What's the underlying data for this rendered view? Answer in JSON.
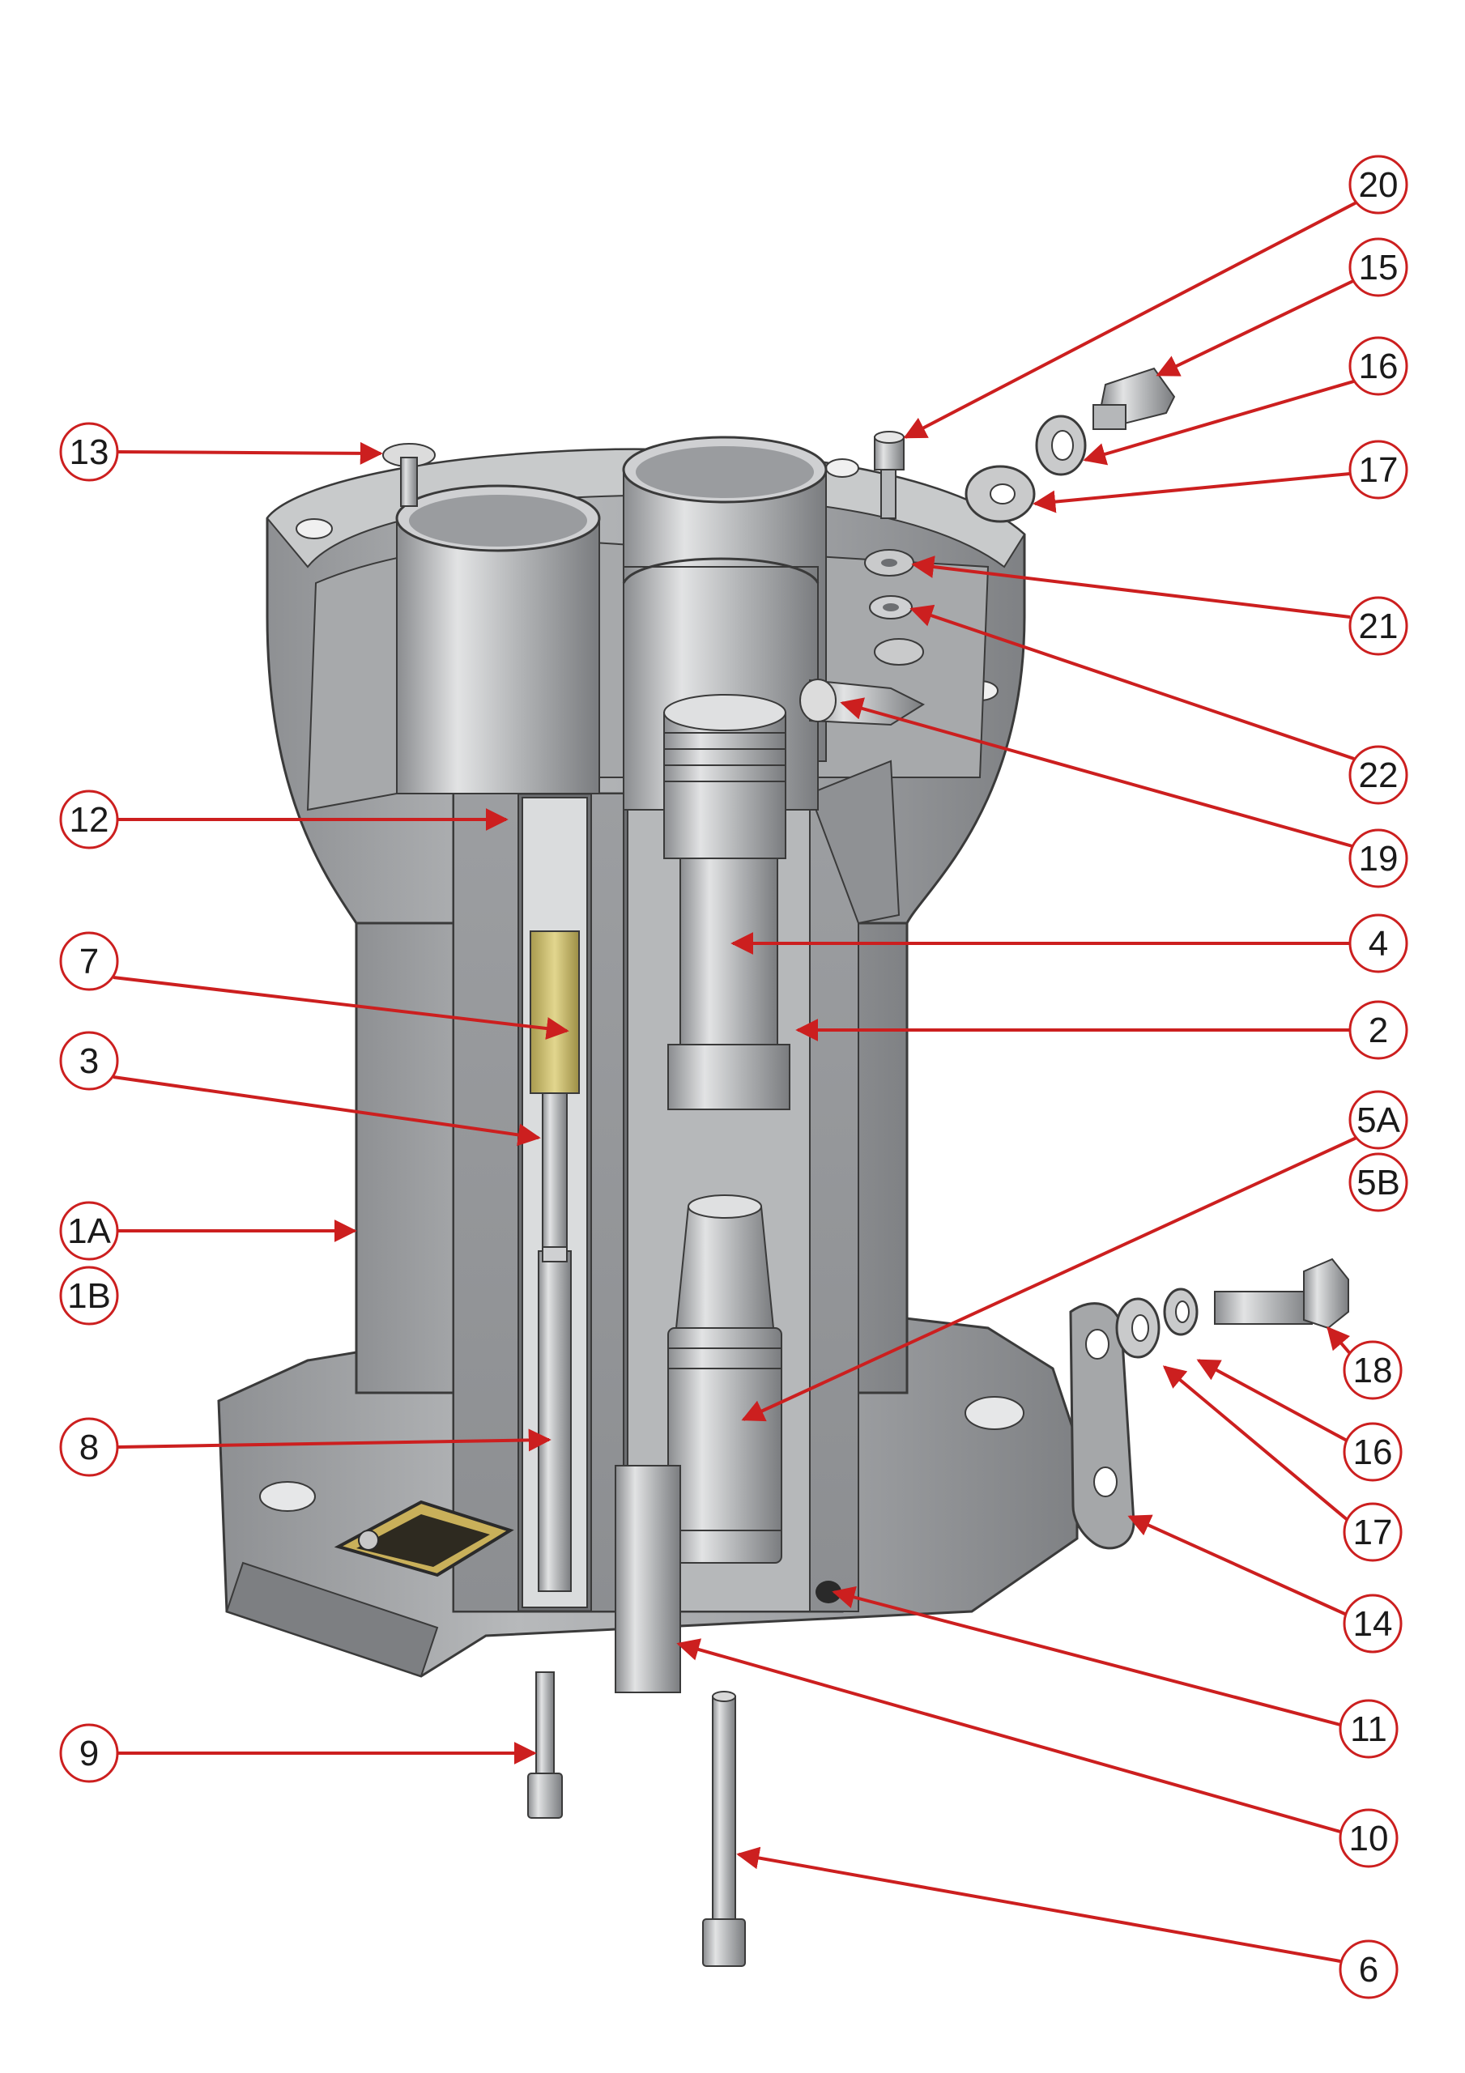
{
  "diagram": {
    "accent_color": "#cc1f1f",
    "metal_color": "#a9abad",
    "brass_color": "#c9b86a",
    "callouts": [
      {
        "id": "c-20",
        "label": "20"
      },
      {
        "id": "c-15",
        "label": "15"
      },
      {
        "id": "c-16a",
        "label": "16"
      },
      {
        "id": "c-13",
        "label": "13"
      },
      {
        "id": "c-17a",
        "label": "17"
      },
      {
        "id": "c-21",
        "label": "21"
      },
      {
        "id": "c-22",
        "label": "22"
      },
      {
        "id": "c-12",
        "label": "12"
      },
      {
        "id": "c-19",
        "label": "19"
      },
      {
        "id": "c-4",
        "label": "4"
      },
      {
        "id": "c-7",
        "label": "7"
      },
      {
        "id": "c-2",
        "label": "2"
      },
      {
        "id": "c-3",
        "label": "3"
      },
      {
        "id": "c-5a",
        "label": "5A"
      },
      {
        "id": "c-5b",
        "label": "5B"
      },
      {
        "id": "c-1a",
        "label": "1A"
      },
      {
        "id": "c-1b",
        "label": "1B"
      },
      {
        "id": "c-18",
        "label": "18"
      },
      {
        "id": "c-8",
        "label": "8"
      },
      {
        "id": "c-16b",
        "label": "16"
      },
      {
        "id": "c-17b",
        "label": "17"
      },
      {
        "id": "c-14",
        "label": "14"
      },
      {
        "id": "c-11",
        "label": "11"
      },
      {
        "id": "c-9",
        "label": "9"
      },
      {
        "id": "c-10",
        "label": "10"
      },
      {
        "id": "c-6",
        "label": "6"
      }
    ]
  }
}
